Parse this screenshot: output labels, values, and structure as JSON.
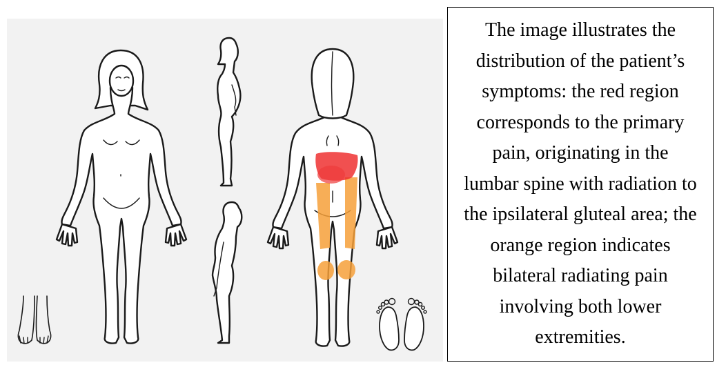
{
  "caption": {
    "text": "The image illustrates the distribution of the patient’s symptoms: the red region corresponds to the primary pain, originating in the lumbar spine with radiation to the ipsilateral gluteal area; the orange region indicates bilateral radiating pain involving both lower extremities."
  },
  "colors": {
    "panel_background": "#f2f2f2",
    "primary_pain": "#ee2a2a",
    "radiating_pain": "#f6a03a",
    "outline": "#1a1a1a"
  },
  "figures": [
    {
      "name": "body-front-view",
      "icon": "female-figure-front"
    },
    {
      "name": "body-side-view-right",
      "icon": "female-figure-profile"
    },
    {
      "name": "body-side-view-left",
      "icon": "female-figure-profile"
    },
    {
      "name": "body-back-view",
      "icon": "female-figure-back"
    },
    {
      "name": "feet-dorsal-view",
      "icon": "feet-top"
    },
    {
      "name": "feet-plantar-view",
      "icon": "soles"
    }
  ]
}
